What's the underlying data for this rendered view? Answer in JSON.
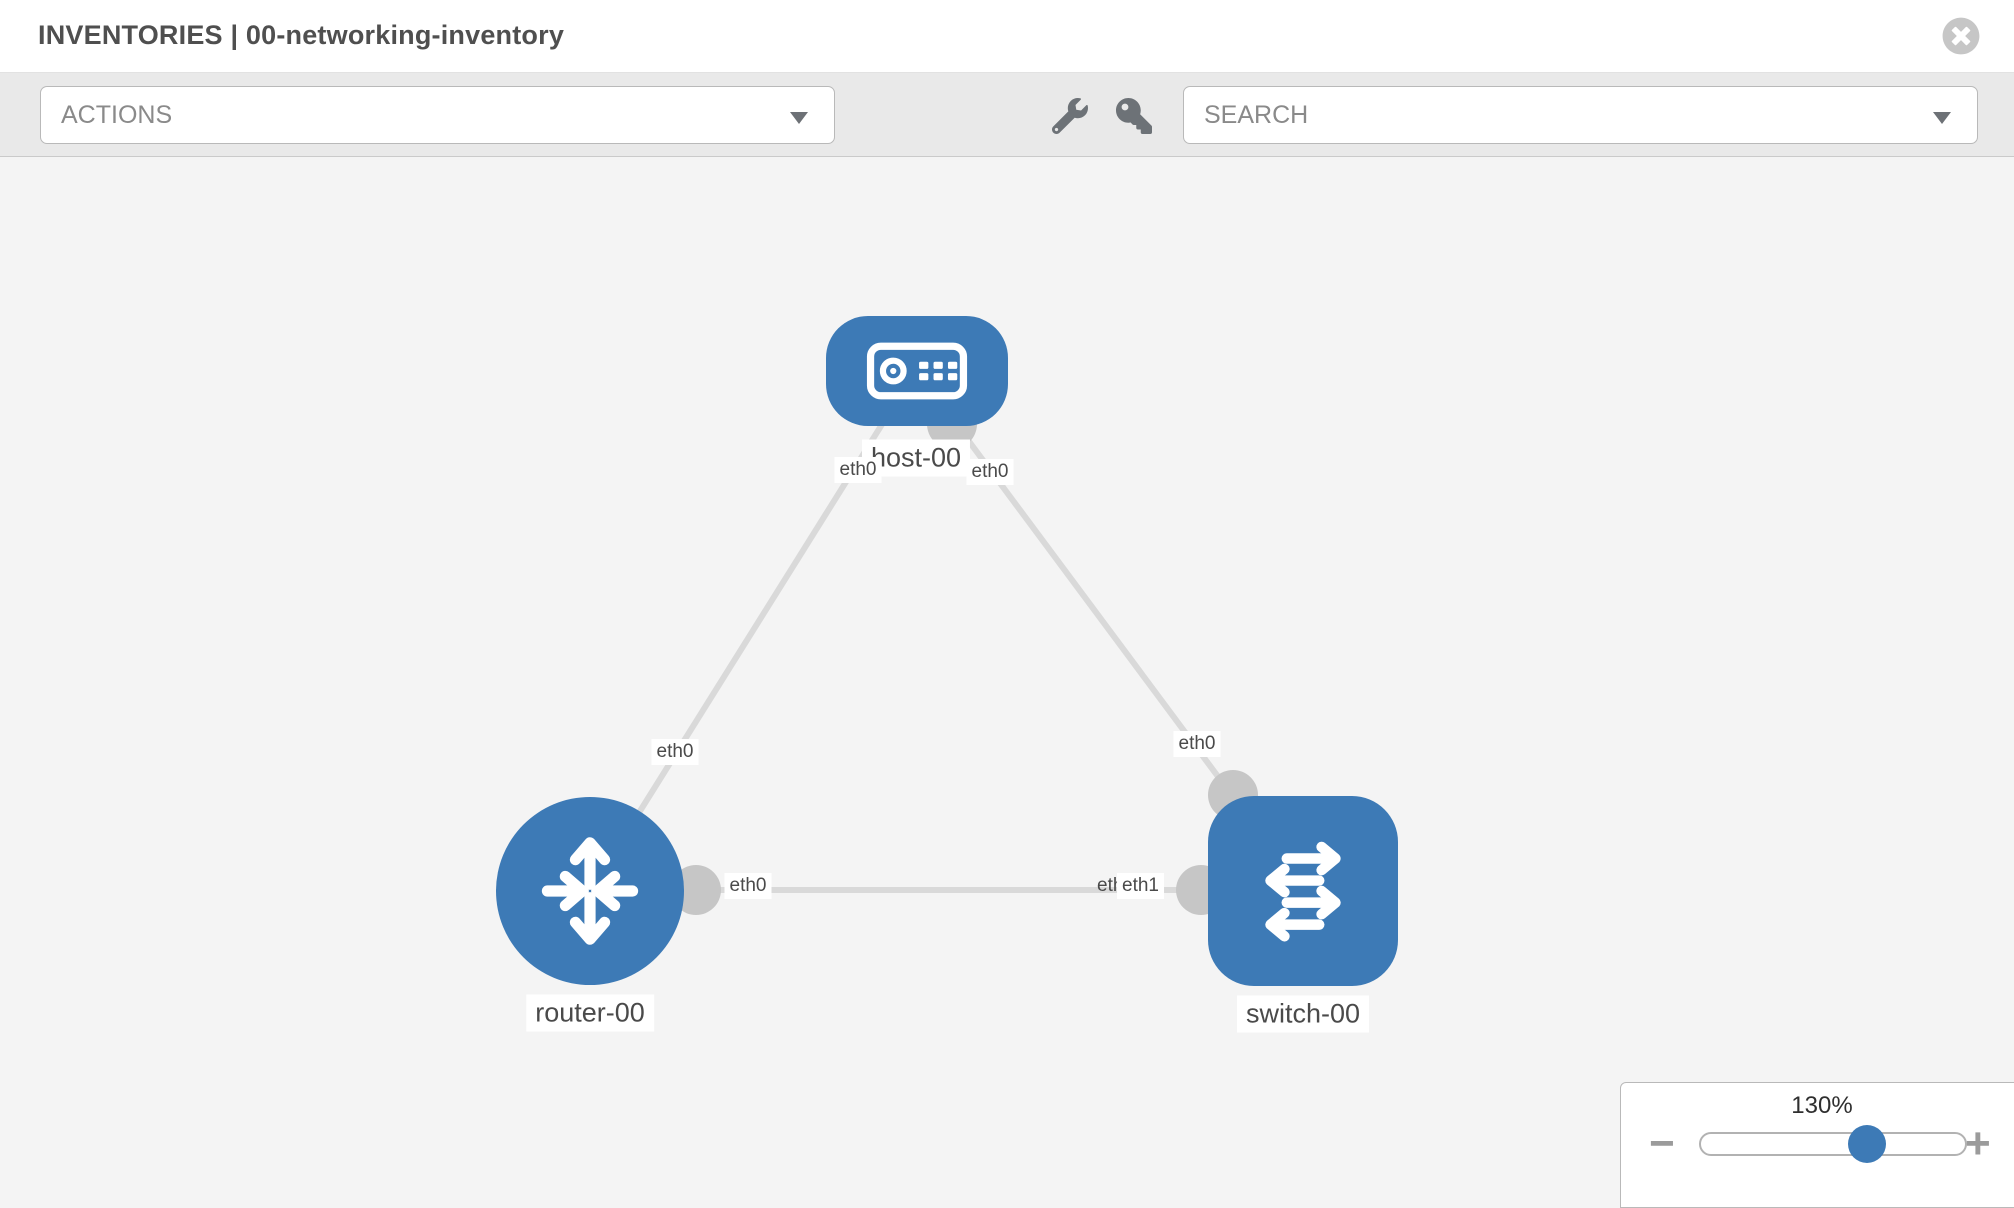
{
  "header": {
    "title": "INVENTORIES | 00-networking-inventory",
    "close_icon": "times-circle-icon"
  },
  "toolbar": {
    "actions": {
      "label": "ACTIONS",
      "caret_icon": "caret-down-icon"
    },
    "tool_icons": [
      "wrench-icon",
      "key-icon"
    ],
    "search": {
      "placeholder": "SEARCH",
      "caret_icon": "caret-down-icon"
    }
  },
  "topology": {
    "nodes": [
      {
        "label": "host-00",
        "type": "host",
        "icon": "host-server-icon"
      },
      {
        "label": "router-00",
        "type": "router",
        "icon": "router-arrows-icon"
      },
      {
        "label": "switch-00",
        "type": "switch",
        "icon": "switch-arrows-icon"
      }
    ],
    "links": [
      {
        "from": "router-00",
        "to": "host-00",
        "from_interface": "eth0",
        "to_interface": "eth0"
      },
      {
        "from": "host-00",
        "to": "switch-00",
        "from_interface": "eth0",
        "to_interface": "eth0"
      },
      {
        "from": "router-00",
        "to": "switch-00",
        "from_interface": "eth0",
        "to_interface": "eth1",
        "to_interface_overlap": "eth0"
      }
    ]
  },
  "zoom_control": {
    "level": "130%",
    "minus_label": "−",
    "plus_label": "+"
  },
  "colors": {
    "node_blue": "#3d7ab6",
    "port_gray": "#c6c6c6",
    "edge_gray": "#d9d9d9",
    "canvas_bg": "#f4f4f4",
    "toolbar_bg": "#e9e9e9",
    "icon_gray": "#6d7277"
  }
}
